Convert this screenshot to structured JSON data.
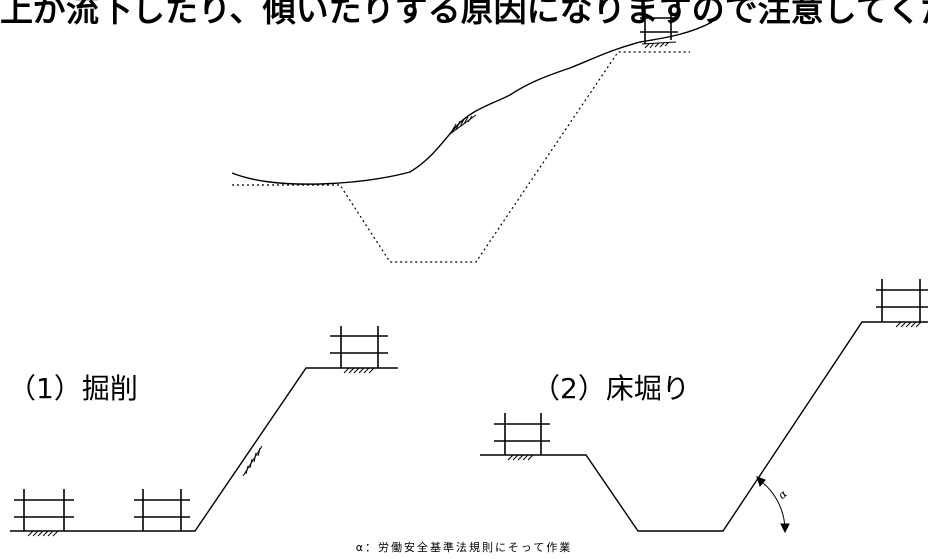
{
  "header": {
    "text": "上が流下したり、傾いたりする原因になりますので注意してください"
  },
  "labels": {
    "excavation": "（1）掘削",
    "floor_dig": "（2）床堀り"
  },
  "angle": {
    "symbol": "α"
  },
  "note": {
    "text": "α：労働安全基準法規則にそって作業"
  }
}
